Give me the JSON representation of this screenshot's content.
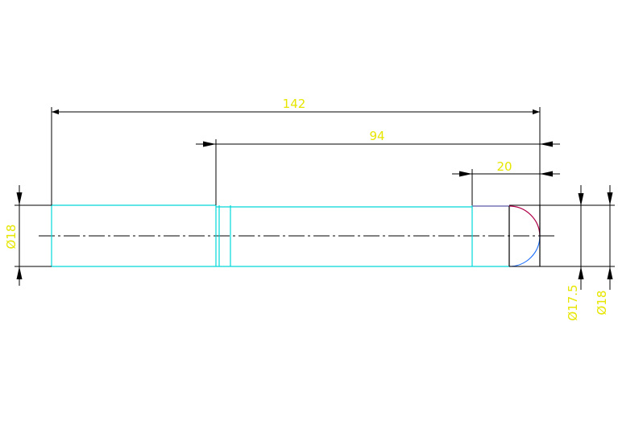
{
  "drawing": {
    "colors": {
      "background": "#ffffff",
      "outline": "#00d8d8",
      "dimension": "#000000",
      "dimension_text": "#e6e600",
      "arc_top": "#b0004a",
      "arc_bottom": "#2070ff",
      "edge": "#5a5aa8"
    },
    "dimensions": {
      "overall_length": "142",
      "middle_length": "94",
      "end_length": "20",
      "left_diameter": "Ø18",
      "right_diameter_inner": "Ø17.5",
      "right_diameter_outer": "Ø18"
    }
  }
}
